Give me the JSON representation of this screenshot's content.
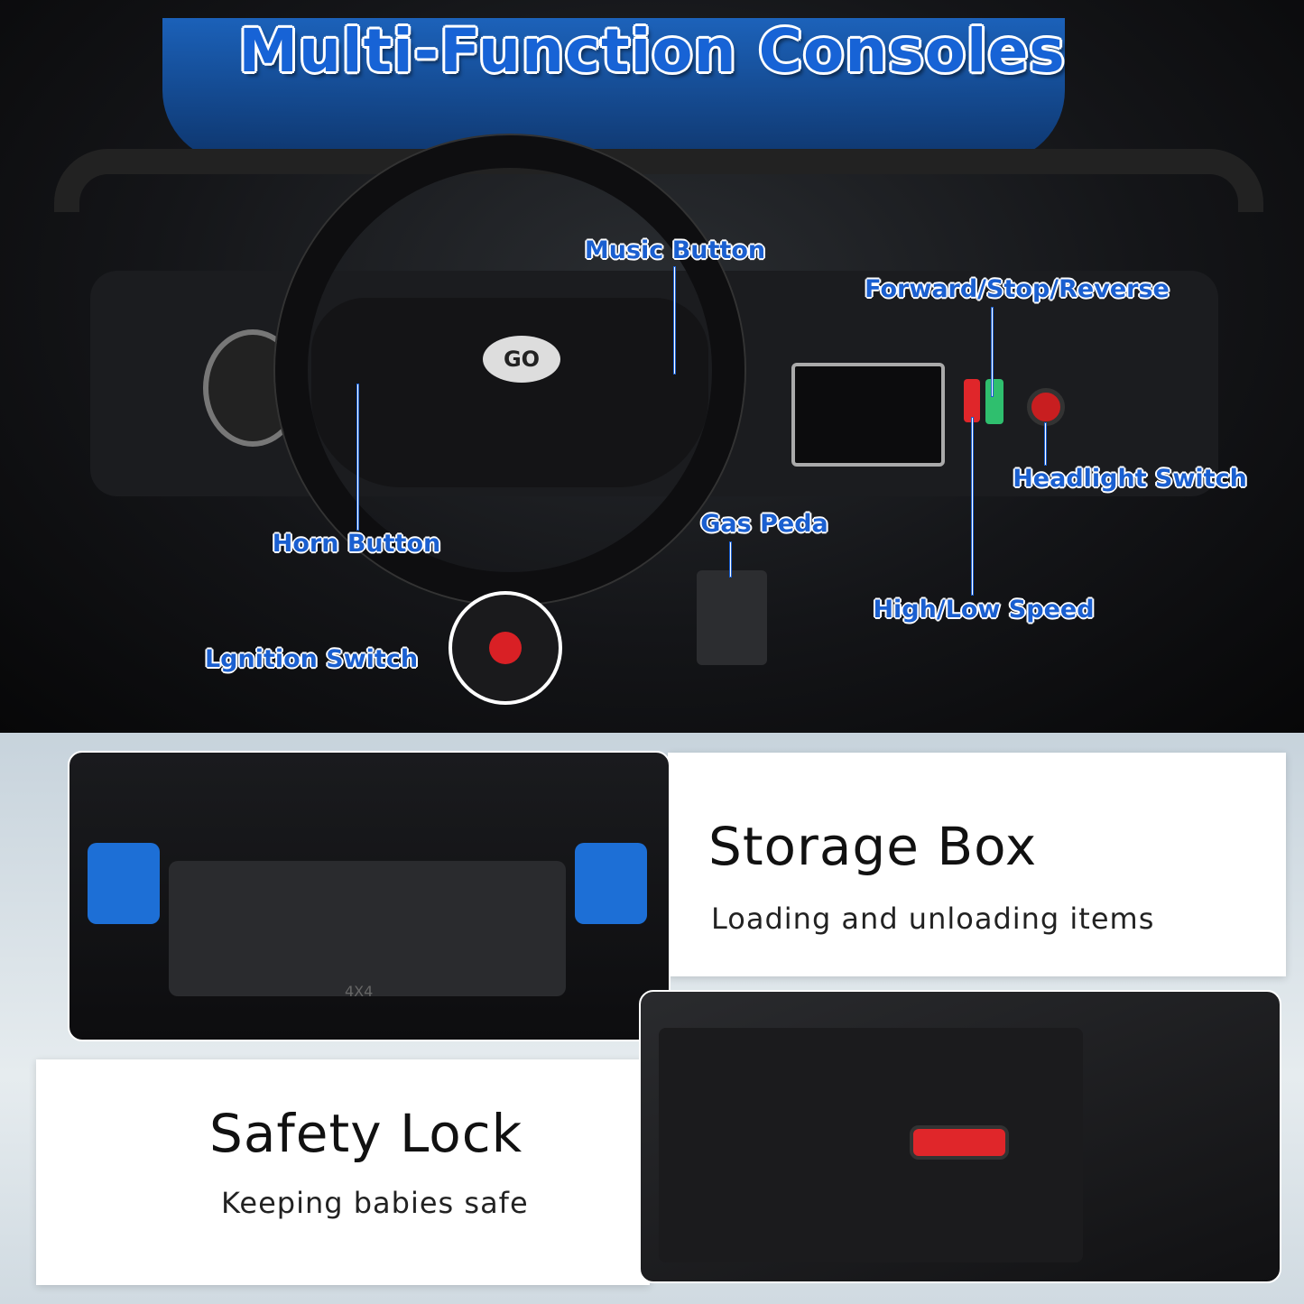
{
  "title": "Multi-Function Consoles",
  "labels": {
    "music": "Music Button",
    "fsr": "Forward/Stop/Reverse",
    "headlight": "Headlight Switch",
    "horn": "Horn Button",
    "gas": "Gas Peda",
    "speed": "High/Low Speed",
    "ignition": "Lgnition Switch"
  },
  "wheel_logo": "GO",
  "tailgate_badge": "4X4",
  "storage": {
    "title": "Storage Box",
    "subtitle": "Loading and unloading items"
  },
  "safety": {
    "title": "Safety Lock",
    "subtitle": "Keeping babies safe"
  },
  "colors": {
    "accent": "#1a5fd0",
    "body_blue": "#1d6fd6",
    "lock_red": "#e0262a"
  }
}
